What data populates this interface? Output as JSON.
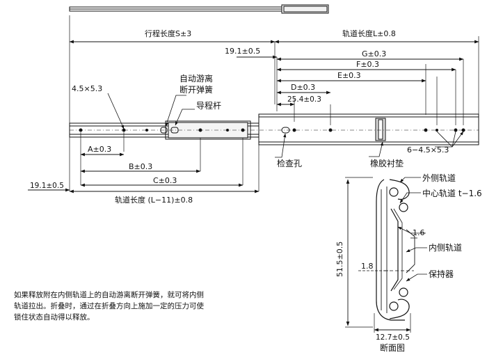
{
  "dims": {
    "stroke_s": "行程长度S±3",
    "rail_l": "轨道长度L±0.8",
    "offset_top": "19.1±0.5",
    "g": "G±0.3",
    "f": "F±0.3",
    "e": "E±0.3",
    "d": "D±0.3",
    "d_base": "25.4±0.3",
    "hole_size": "4.5×5.3",
    "a": "A±0.3",
    "b": "B±0.3",
    "c": "C±0.3",
    "offset_bottom": "19.1±0.5",
    "rail_l_minus": "轨道长度 (L−11)±0.8",
    "hole_count": "6−4.5×5.3",
    "height": "51.5±0.5",
    "offset_18": "1.8",
    "thickness_16": "1.6",
    "width": "12.7±0.5"
  },
  "labels": {
    "auto_release": "自动游离",
    "release_spring": "断开弹簧",
    "guide_rod": "导程杆",
    "inspect_hole": "检查孔",
    "rubber_pad": "橡胶衬垫",
    "outer_rail": "外侧轨道",
    "center_rail": "中心轨道 t−1.6",
    "inner_rail": "内侧轨道",
    "retainer": "保持器",
    "section_title": "断面图"
  },
  "note": {
    "line1": "如果释放附在内侧轨道上的自动游离断开弹簧，就可将内侧",
    "line2": "轨道拉出。折叠时，通过在折叠方向上施加一定的压力可使",
    "line3": "锁住状态自动得以释放。"
  }
}
